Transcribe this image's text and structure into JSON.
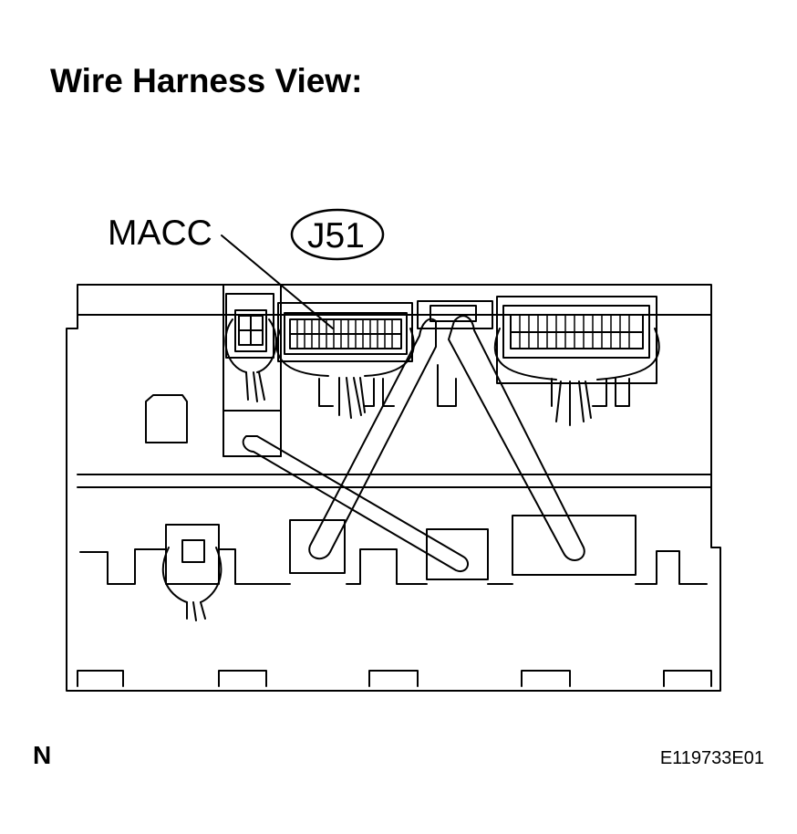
{
  "title": "Wire Harness View:",
  "labels": {
    "terminal_name": "MACC",
    "connector_code": "J51"
  },
  "corner_left": "N",
  "figure_code": "E119733E01",
  "colors": {
    "line": "#000000",
    "background": "#ffffff"
  }
}
